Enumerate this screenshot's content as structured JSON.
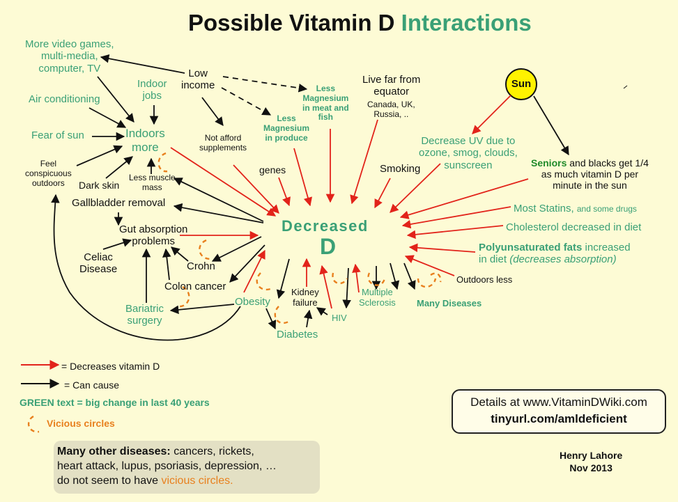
{
  "title": {
    "part1": "Possible Vitamin D",
    "part2": "Interactions"
  },
  "center": {
    "line1": "Decreased",
    "line2": "D"
  },
  "nodes": {
    "video_games": [
      "More video games,",
      "multi-media,",
      "computer, TV"
    ],
    "air_conditioning": "Air conditioning",
    "fear_of_sun": "Fear of sun",
    "indoor_jobs": [
      "Indoor",
      "jobs"
    ],
    "indoors_more": [
      "Indoors",
      "more"
    ],
    "feel_conspicuous": [
      "Feel",
      "conspicuous",
      "outdoors"
    ],
    "dark_skin": "Dark skin",
    "less_muscle": [
      "Less muscle",
      "mass"
    ],
    "gallbladder": "Gallbladder removal",
    "gut_absorption": [
      "Gut absorption",
      "problems"
    ],
    "celiac": [
      "Celiac",
      "Disease"
    ],
    "crohn": "Crohn",
    "colon_cancer": "Colon cancer",
    "bariatric": [
      "Bariatric",
      "surgery"
    ],
    "obesity": "Obesity",
    "diabetes": "Diabetes",
    "kidney": [
      "Kidney",
      "failure"
    ],
    "hiv": "HIV",
    "ms": [
      "Multiple",
      "Sclerosis"
    ],
    "many_diseases": "Many Diseases",
    "outdoors_less": "Outdoors less",
    "low_income": [
      "Low",
      "income"
    ],
    "not_afford": [
      "Not afford",
      "supplements"
    ],
    "mg_produce": [
      "Less",
      "Magnesium",
      "in produce"
    ],
    "mg_meat": [
      "Less",
      "Magnesium",
      "in meat and",
      "fish"
    ],
    "genes": "genes",
    "equator": [
      "Live far from",
      "equator"
    ],
    "equator_sub": [
      "Canada, UK,",
      "Russia, .."
    ],
    "smoking": "Smoking",
    "sun": "Sun",
    "decrease_uv": [
      "Decrease UV due to",
      "ozone, smog, clouds,",
      "sunscreen"
    ],
    "seniors_bold": "Seniors",
    "seniors_rest": [
      "and blacks get 1/4",
      "as much vitamin D per",
      "minute in the sun"
    ],
    "statins_main": "Most Statins,",
    "statins_small": "and some drugs",
    "cholesterol": "Cholesterol decreased in diet",
    "poly_bold": "Polyunsaturated fats",
    "poly_rest1": "increased",
    "poly_rest2a": "in diet",
    "poly_rest2b": "(decreases absorption)"
  },
  "legend": {
    "red": "= Decreases vitamin D",
    "black": "= Can cause",
    "green": "GREEN text = big change in last 40 years",
    "vicious": "Vicious circles"
  },
  "other_box": {
    "bold": "Many other diseases:",
    "rest1": "cancers, rickets,",
    "line2": "heart attack, lupus, psoriasis, depression, …",
    "line3a": "do not seem to have",
    "line3b": "vicious circles."
  },
  "details": {
    "line1": "Details at www.VitaminDWiki.com",
    "line2": "tinyurl.com/amldeficient"
  },
  "author": {
    "name": "Henry Lahore",
    "date": "Nov 2013"
  },
  "colors": {
    "background": "#fdfbd5",
    "green": "#3aa076",
    "red": "#e2231a",
    "orange": "#e8801e",
    "black": "#111111",
    "sun": "#fff200"
  }
}
